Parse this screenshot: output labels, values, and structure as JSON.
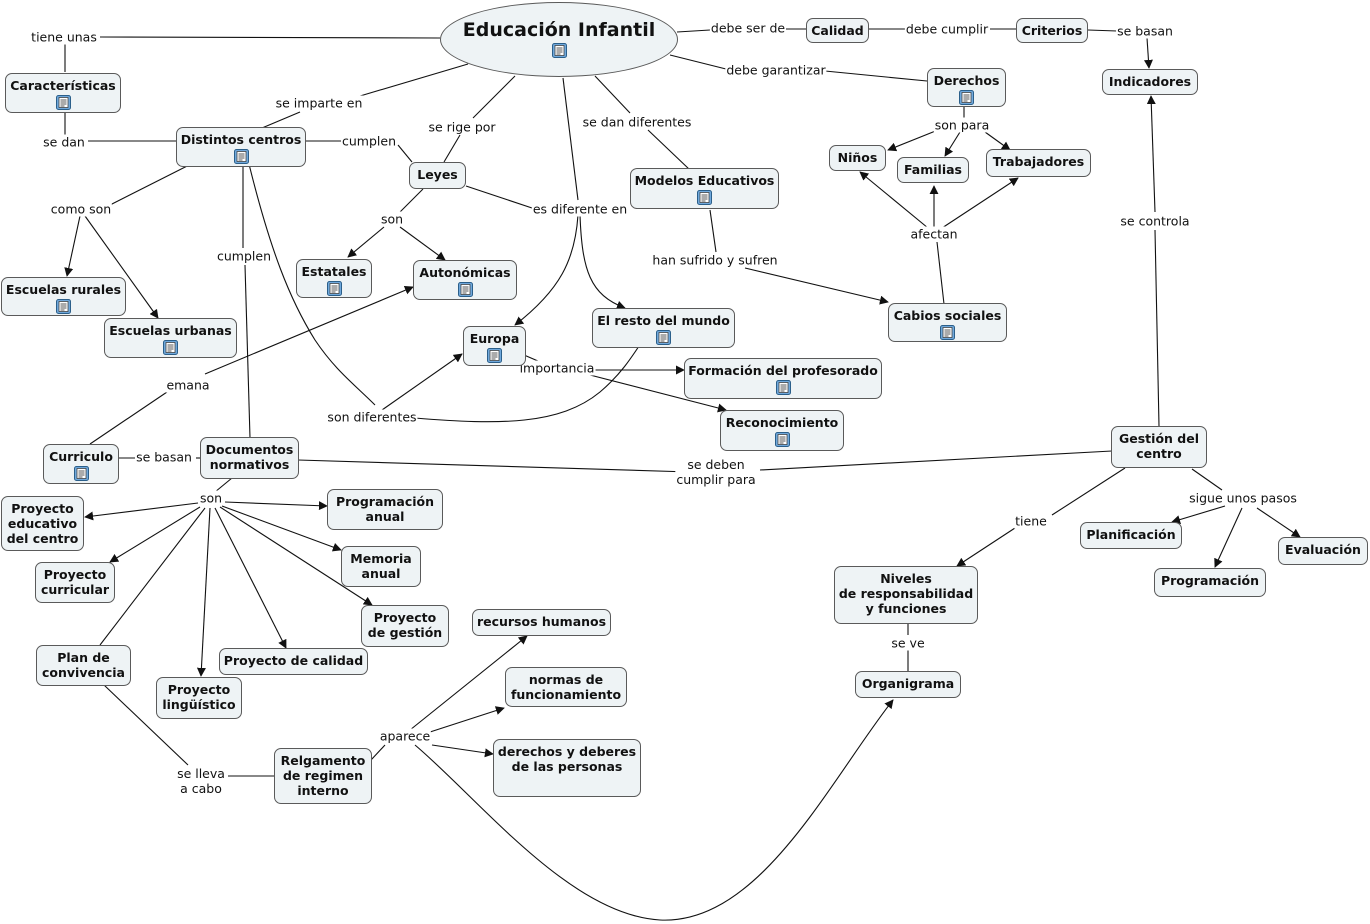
{
  "colors": {
    "node_fill": "#eef3f5",
    "node_border": "#5a5a5a",
    "line": "#111111",
    "background": "#ffffff"
  },
  "icons": {
    "node_attachment": "document-icon"
  },
  "nodes": {
    "educacion_infantil": "Educación Infantil",
    "caracteristicas": "Características",
    "distintos_centros": "Distintos centros",
    "leyes": "Leyes",
    "modelos_educativos": "Modelos Educativos",
    "calidad": "Calidad",
    "criterios": "Criterios",
    "indicadores": "Indicadores",
    "derechos": "Derechos",
    "ninos": "Niños",
    "familias": "Familias",
    "trabajadores": "Trabajadores",
    "cabios_sociales": "Cabios sociales",
    "escuelas_rurales": "Escuelas rurales",
    "escuelas_urbanas": "Escuelas urbanas",
    "estatales": "Estatales",
    "autonomicas": "Autonómicas",
    "europa": "Europa",
    "resto_mundo": "El resto del mundo",
    "formacion_profesorado": "Formación del profesorado",
    "reconocimiento": "Reconocimiento",
    "curriculo": "Curriculo",
    "documentos_normativos": "Documentos\nnormativos",
    "gestion_centro": "Gestión del\ncentro",
    "proyecto_educativo": "Proyecto\neducativo\ndel centro",
    "programacion_anual": "Programación\nanual",
    "proyecto_curricular": "Proyecto\ncurricular",
    "memoria_anual": "Memoria\nanual",
    "proyecto_gestion": "Proyecto\nde gestión",
    "plan_convivencia": "Plan de\nconvivencia",
    "proyecto_calidad": "Proyecto de calidad",
    "proyecto_linguistico": "Proyecto\nlingüístico",
    "recursos_humanos": "recursos humanos",
    "normas_funcionamiento": "normas de\nfuncionamiento",
    "derechos_deberes": "derechos y deberes\nde las personas",
    "reglamento": "Relgamento\nde regimen\ninterno",
    "planificacion": "Planificación",
    "programacion": "Programación",
    "evaluacion": "Evaluación",
    "niveles": "Niveles\nde responsabilidad\ny funciones",
    "organigrama": "Organigrama"
  },
  "links": {
    "tiene_unas": "tiene unas",
    "se_dan": "se dan",
    "se_imparte_en": "se imparte en",
    "se_rige_por": "se rige por",
    "se_dan_diferentes": "se dan diferentes",
    "debe_ser_de": "debe ser de",
    "debe_cumplir": "debe cumplir",
    "se_basan_top": "se basan",
    "debe_garantizar": "debe garantizar",
    "son_para": "son para",
    "afectan": "afectan",
    "cumplen_leyes": "cumplen",
    "como_son": "como son",
    "son_leyes": "son",
    "es_diferente_en": "es diferente en",
    "han_sufrido": "han sufrido y sufren",
    "cumplen_docs": "cumplen",
    "se_controla": "se controla",
    "emana": "emana",
    "importancia": "importancia",
    "son_diferentes": "son diferentes",
    "se_basan_curriculo": "se basan",
    "se_deben_cumplir": "se deben\ncumplir para",
    "son_docs": "son",
    "tiene": "tiene",
    "sigue_unos_pasos": "sigue unos pasos",
    "se_ve": "se ve",
    "aparece": "aparece",
    "se_lleva_a_cabo": "se lleva\na cabo"
  }
}
